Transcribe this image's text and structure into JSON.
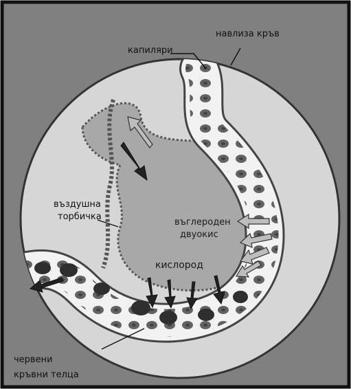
{
  "labels": {
    "blood_inflow": "навлиза кръв",
    "capillaries": "капиляри",
    "air_sac_line1": "въздушна",
    "air_sac_line2": "торбичка",
    "co2_line1": "въглероден",
    "co2_line2": "двуокис",
    "oxygen": "кислород",
    "rbc_line1": "червени",
    "rbc_line2": "кръвни телца"
  },
  "colors": {
    "background": "#808080",
    "circle": "#d4d4d4",
    "alveolus": "#a9a9a9",
    "vessel": "#f2f2f2",
    "cell": "#3a3a3a",
    "arrow_light": "#b8b8b8",
    "arrow_dark": "#222222"
  }
}
